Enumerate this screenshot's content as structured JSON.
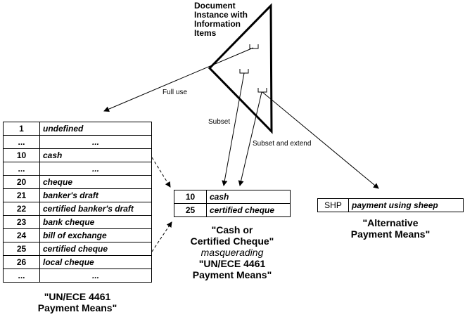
{
  "document_label": [
    "Document",
    "Instance with",
    "Information",
    "Items"
  ],
  "arrow_labels": {
    "full_use": "Full use",
    "subset": "Subset",
    "subset_extend": "Subset and extend"
  },
  "left_table": {
    "rows": [
      {
        "code": "1",
        "desc": "undefined"
      },
      {
        "code": "...",
        "desc": "..."
      },
      {
        "code": "10",
        "desc": "cash"
      },
      {
        "code": "...",
        "desc": "..."
      },
      {
        "code": "20",
        "desc": "cheque"
      },
      {
        "code": "21",
        "desc": "banker's draft"
      },
      {
        "code": "22",
        "desc": "certified banker's draft"
      },
      {
        "code": "23",
        "desc": "bank cheque"
      },
      {
        "code": "24",
        "desc": "bill of exchange"
      },
      {
        "code": "25",
        "desc": "certified cheque"
      },
      {
        "code": "26",
        "desc": "local cheque"
      },
      {
        "code": "...",
        "desc": "..."
      }
    ],
    "caption": [
      "\"UN/ECE 4461",
      "Payment Means\""
    ]
  },
  "middle_table": {
    "rows": [
      {
        "code": "10",
        "desc": "cash"
      },
      {
        "code": "25",
        "desc": "certified cheque"
      }
    ],
    "caption": {
      "line1": "\"Cash or",
      "line2": "Certified Cheque\"",
      "line3": "masquerading",
      "line4": "\"UN/ECE 4461",
      "line5": "Payment Means\""
    }
  },
  "right_table": {
    "rows": [
      {
        "code": "SHP",
        "desc": "payment using sheep"
      }
    ],
    "caption": [
      "\"Alternative",
      "Payment Means\""
    ]
  }
}
